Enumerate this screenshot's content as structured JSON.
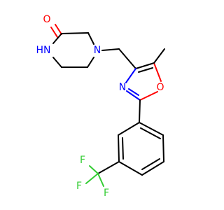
{
  "colors": {
    "bond": "#000000",
    "oxygen": "#ff0000",
    "nitrogen": "#0000ff",
    "fluorine": "#33cc33"
  },
  "atoms": {
    "carbonyl_oxygen": "O",
    "amide_nh": "HN",
    "piperazine_n": "N",
    "oxazole_n": "N",
    "oxazole_o": "O",
    "fluorine_1": "F",
    "fluorine_2": "F",
    "fluorine_3": "F"
  }
}
